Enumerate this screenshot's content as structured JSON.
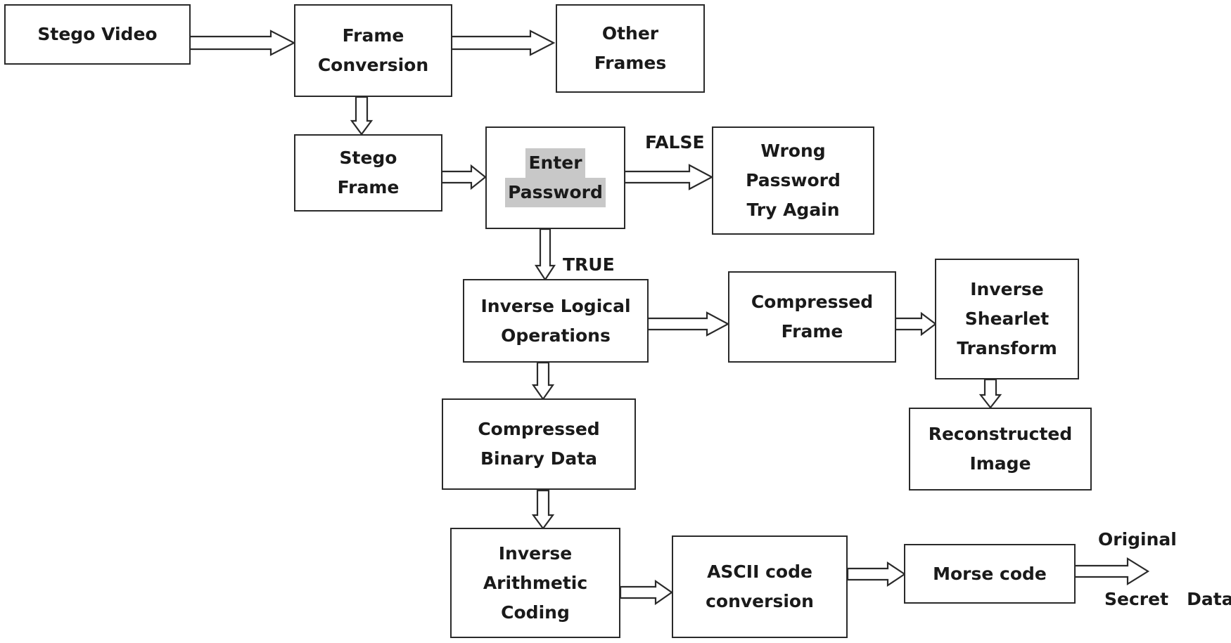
{
  "nodes": {
    "stego_video": [
      "Stego Video"
    ],
    "frame_conversion": [
      "Frame",
      "Conversion"
    ],
    "other_frames": [
      "Other",
      "Frames"
    ],
    "stego_frame": [
      "Stego",
      "Frame"
    ],
    "enter_password": [
      "Enter",
      "Password"
    ],
    "wrong_password": [
      "Wrong",
      "Password",
      "Try Again"
    ],
    "inverse_logical": [
      "Inverse Logical",
      "Operations"
    ],
    "compressed_frame": [
      "Compressed",
      "Frame"
    ],
    "inverse_shearlet": [
      "Inverse",
      "Shearlet",
      "Transform"
    ],
    "reconstructed_image": [
      "Reconstructed",
      "Image"
    ],
    "compressed_binary": [
      "Compressed",
      "Binary Data"
    ],
    "inverse_arithmetic": [
      "Inverse",
      "Arithmetic",
      "Coding"
    ],
    "ascii_conversion": [
      "ASCII code",
      "conversion"
    ],
    "morse_code": [
      "Morse code"
    ]
  },
  "labels": {
    "false": "FALSE",
    "true": "TRUE",
    "original": "Original",
    "secret_data": "Secret   Data"
  }
}
